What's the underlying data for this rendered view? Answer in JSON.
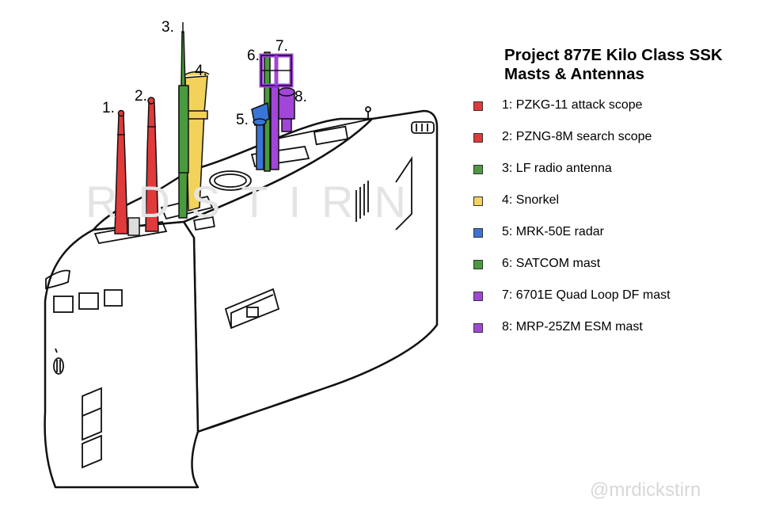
{
  "title_lines": [
    "Project 877E Kilo Class SSK",
    "Masts & Antennas"
  ],
  "legend": [
    {
      "label": "1: PZKG-11 attack scope",
      "color": "#e03a3a"
    },
    {
      "label": "2: PZNG-8M search scope",
      "color": "#e03a3a"
    },
    {
      "label": "3: LF radio antenna",
      "color": "#4a9a3e"
    },
    {
      "label": "4: Snorkel",
      "color": "#f2d25a"
    },
    {
      "label": "5: MRK-50E radar",
      "color": "#3a74d6"
    },
    {
      "label": "6: SATCOM mast",
      "color": "#4a9a3e"
    },
    {
      "label": "7: 6701E Quad Loop DF mast",
      "color": "#a146d8"
    },
    {
      "label": "8: MRP-25ZM ESM mast",
      "color": "#a146d8"
    }
  ],
  "callouts": [
    "1.",
    "2.",
    "3.",
    "4.",
    "5.",
    "6.",
    "7.",
    "8."
  ],
  "watermark": "RDSTIRN",
  "credit": "@mrdickstirn"
}
